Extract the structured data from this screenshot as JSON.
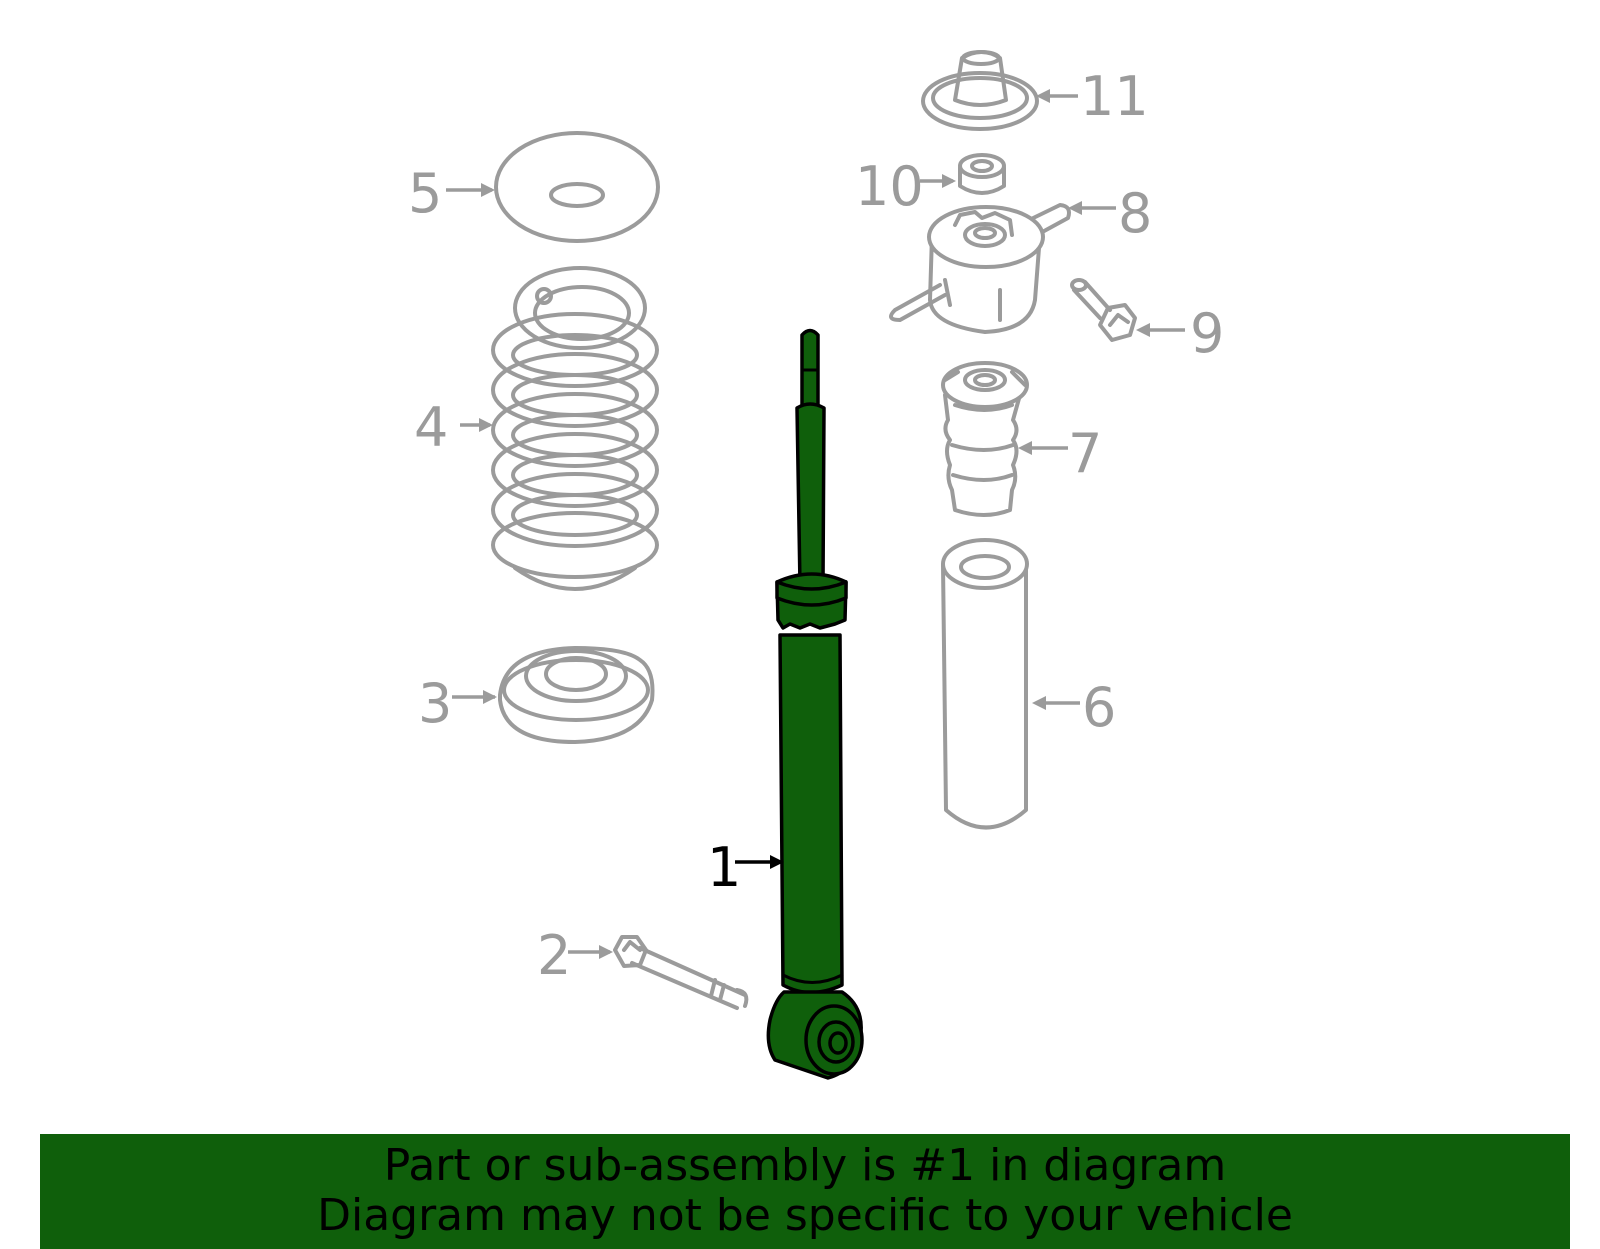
{
  "diagram": {
    "highlight_color": "#0f5f0b",
    "callout_color": "#9b9b9b",
    "callouts": [
      {
        "id": "1",
        "label": "1",
        "highlighted": true
      },
      {
        "id": "2",
        "label": "2"
      },
      {
        "id": "3",
        "label": "3"
      },
      {
        "id": "4",
        "label": "4"
      },
      {
        "id": "5",
        "label": "5"
      },
      {
        "id": "6",
        "label": "6"
      },
      {
        "id": "7",
        "label": "7"
      },
      {
        "id": "8",
        "label": "8"
      },
      {
        "id": "9",
        "label": "9"
      },
      {
        "id": "10",
        "label": "10"
      },
      {
        "id": "11",
        "label": "11"
      }
    ]
  },
  "banner": {
    "line1": "Part or sub-assembly is #1 in diagram",
    "line2": "Diagram may not be specific to your vehicle"
  }
}
